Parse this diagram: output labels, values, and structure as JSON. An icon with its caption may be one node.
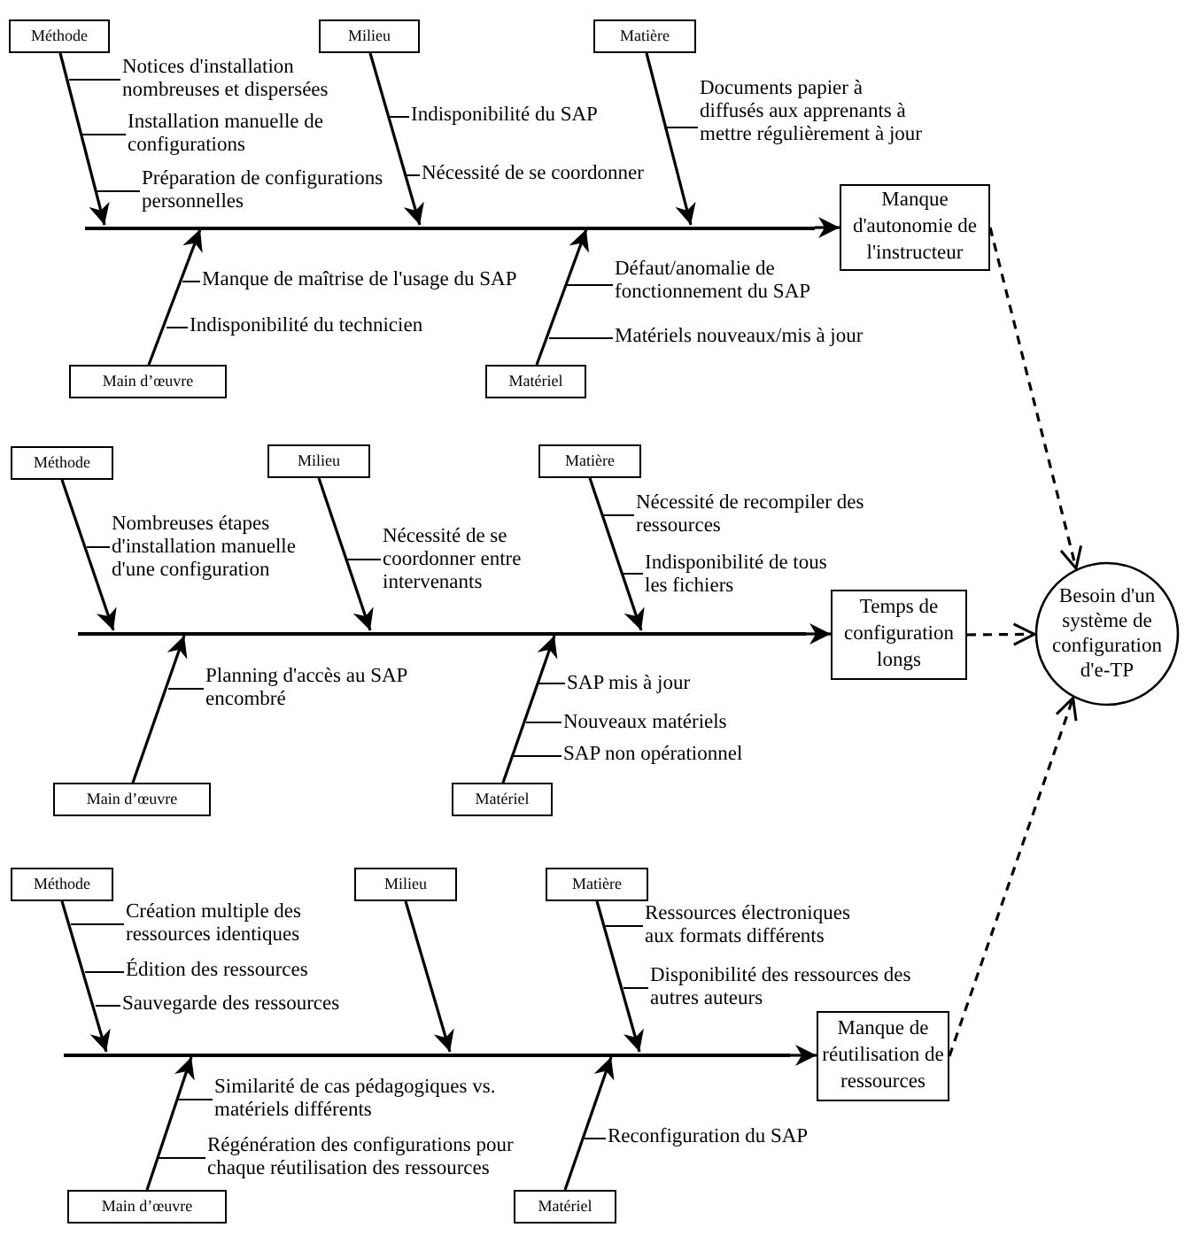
{
  "diagram": {
    "nodes": [
      {
        "text": [
          "Méthode"
        ]
      },
      {
        "text": [
          "Notices d'installation nombreuses et dispersées"
        ]
      },
      {
        "text": [
          "Installation manuelle de configurations"
        ]
      },
      {
        "text": [
          "Préparation de configurations personnelles"
        ]
      },
      {
        "text": [
          "Milieu"
        ]
      },
      {
        "text": [
          "Indisponibilité du SAP"
        ]
      },
      {
        "text": [
          "Nécessité de se coordonner"
        ]
      },
      {
        "text": [
          "Matière"
        ]
      },
      {
        "text": [
          "Documents papier à diffusés aux apprenants à mettre régulièrement à jour"
        ]
      },
      {
        "text": [
          "Manque d'autonomie de l'instructeur"
        ]
      },
      {
        "text": [
          "Manque de maîtrise de l'usage du SAP"
        ]
      },
      {
        "text": [
          "Indisponibilité du technicien"
        ]
      },
      {
        "text": [
          "Main d’œuvre"
        ]
      },
      {
        "text": [
          "Défaut/anomalie de fonctionnement du SAP"
        ]
      },
      {
        "text": [
          "Matériels nouveaux/mis à jour"
        ]
      },
      {
        "text": [
          "Matériel"
        ]
      },
      {
        "text": [
          "Méthode"
        ]
      },
      {
        "text": [
          "Nombreuses étapes d'installation manuelle d'une configuration"
        ]
      },
      {
        "text": [
          "Milieu"
        ]
      },
      {
        "text": [
          "Nécessité de se coordonner entre intervenants"
        ]
      },
      {
        "text": [
          "Matière"
        ]
      },
      {
        "text": [
          "Nécessité de recompiler des ressources"
        ]
      },
      {
        "text": [
          "Indisponibilité de tous les fichiers"
        ]
      },
      {
        "text": [
          "Temps de configuration longs"
        ]
      },
      {
        "text": [
          "Planning d'accès au SAP encombré"
        ]
      },
      {
        "text": [
          "Main d’œuvre"
        ]
      },
      {
        "text": [
          "SAP mis à jour"
        ]
      },
      {
        "text": [
          "Nouveaux matériels"
        ]
      },
      {
        "text": [
          "SAP non opérationnel"
        ]
      },
      {
        "text": [
          "Matériel"
        ]
      },
      {
        "text": [
          "Méthode"
        ]
      },
      {
        "text": [
          "Création multiple des ressources identiques"
        ]
      },
      {
        "text": [
          "Édition des ressources"
        ]
      },
      {
        "text": [
          "Sauvegarde des ressources"
        ]
      },
      {
        "text": [
          "Milieu"
        ]
      },
      {
        "text": [
          "Matière"
        ]
      },
      {
        "text": [
          "Ressources électroniques aux formats différents"
        ]
      },
      {
        "text": [
          "Disponibilité des ressources des autres auteurs"
        ]
      },
      {
        "text": [
          "Manque de réutilisation de ressources"
        ]
      },
      {
        "text": [
          "Similarité de cas pédagogiques vs. matériels différents"
        ]
      },
      {
        "text": [
          "Régénération des configurations pour chaque réutilisation des ressources"
        ]
      },
      {
        "text": [
          "Main d’œuvre"
        ]
      },
      {
        "text": [
          "Reconfiguration du SAP"
        ]
      },
      {
        "text": [
          "Matériel"
        ]
      },
      {
        "text": [
          "Besoin d'un système de configuration d'e-TP"
        ]
      },
      {
        "text": [],
        "shape": "bar"
      },
      {
        "text": [],
        "shape": "bar"
      },
      {
        "text": [],
        "shape": "bar"
      }
    ],
    "edges": [
      {
        "from": 45,
        "to": 9,
        "arrow": "to"
      },
      {
        "from": 0,
        "to": 45,
        "arrow": "to"
      },
      {
        "from": 4,
        "to": 45,
        "arrow": "to"
      },
      {
        "from": 7,
        "to": 45,
        "arrow": "to"
      },
      {
        "from": 12,
        "to": 45,
        "arrow": "to"
      },
      {
        "from": 15,
        "to": 45,
        "arrow": "to"
      },
      {
        "from": 1,
        "to": null,
        "arrow": "none"
      },
      {
        "from": 2,
        "to": null,
        "arrow": "none"
      },
      {
        "from": 3,
        "to": null,
        "arrow": "none"
      },
      {
        "from": 5,
        "to": null,
        "arrow": "none"
      },
      {
        "from": 6,
        "to": null,
        "arrow": "none"
      },
      {
        "from": 8,
        "to": null,
        "arrow": "none"
      },
      {
        "from": 10,
        "to": null,
        "arrow": "none"
      },
      {
        "from": 11,
        "to": null,
        "arrow": "none"
      },
      {
        "from": 13,
        "to": null,
        "arrow": "none"
      },
      {
        "from": 14,
        "to": null,
        "arrow": "none"
      },
      {
        "from": 46,
        "to": 23,
        "arrow": "to"
      },
      {
        "from": 16,
        "to": 46,
        "arrow": "to"
      },
      {
        "from": 18,
        "to": 46,
        "arrow": "to"
      },
      {
        "from": 20,
        "to": 46,
        "arrow": "to"
      },
      {
        "from": 25,
        "to": 46,
        "arrow": "to"
      },
      {
        "from": 29,
        "to": 46,
        "arrow": "to"
      },
      {
        "from": 17,
        "to": null,
        "arrow": "none"
      },
      {
        "from": 19,
        "to": null,
        "arrow": "none"
      },
      {
        "from": 21,
        "to": null,
        "arrow": "none"
      },
      {
        "from": 22,
        "to": null,
        "arrow": "none"
      },
      {
        "from": 24,
        "to": null,
        "arrow": "none"
      },
      {
        "from": 26,
        "to": null,
        "arrow": "none"
      },
      {
        "from": 27,
        "to": null,
        "arrow": "none"
      },
      {
        "from": 28,
        "to": null,
        "arrow": "none"
      },
      {
        "from": 47,
        "to": 38,
        "arrow": "to"
      },
      {
        "from": 30,
        "to": 47,
        "arrow": "to"
      },
      {
        "from": 34,
        "to": 47,
        "arrow": "to"
      },
      {
        "from": 35,
        "to": 47,
        "arrow": "to"
      },
      {
        "from": 41,
        "to": 47,
        "arrow": "to"
      },
      {
        "from": 43,
        "to": 47,
        "arrow": "to"
      },
      {
        "from": 31,
        "to": null,
        "arrow": "none"
      },
      {
        "from": 32,
        "to": null,
        "arrow": "none"
      },
      {
        "from": 33,
        "to": null,
        "arrow": "none"
      },
      {
        "from": 36,
        "to": null,
        "arrow": "none"
      },
      {
        "from": 37,
        "to": null,
        "arrow": "none"
      },
      {
        "from": 39,
        "to": null,
        "arrow": "none"
      },
      {
        "from": 40,
        "to": null,
        "arrow": "none"
      },
      {
        "from": 42,
        "to": null,
        "arrow": "none"
      },
      {
        "from": 9,
        "to": 44,
        "arrow": "to",
        "style": "dashed"
      },
      {
        "from": 23,
        "to": 44,
        "arrow": "to",
        "style": "dashed"
      },
      {
        "from": 38,
        "to": 44,
        "arrow": "to",
        "style": "dashed"
      }
    ]
  }
}
